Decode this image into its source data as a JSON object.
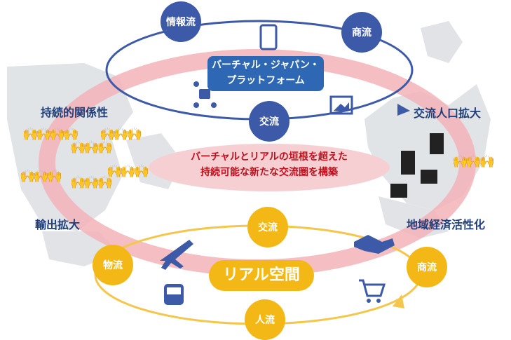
{
  "virtual_platform": {
    "line1": "バーチャル・ジャパン・",
    "line2": "プラットフォーム"
  },
  "top_nodes": {
    "info_flow": "情報流",
    "commerce": "商流",
    "exchange": "交流"
  },
  "side_labels": {
    "sustainable_relations": "持続的関係性",
    "exchange_population": "交流人口拡大",
    "export_expansion": "輸出拡大",
    "regional_economy": "地域経済活性化"
  },
  "center_message": {
    "line1": "バーチャルとリアルの垣根を超えた",
    "line2": "持続可能な新たな交流圏を構築"
  },
  "real_space": {
    "label": "リアル空間"
  },
  "bottom_nodes": {
    "exchange": "交流",
    "logistics": "物流",
    "commerce": "商流",
    "people_flow": "人流"
  },
  "colors": {
    "blue": "#3d5aa8",
    "gold": "#f4b816",
    "pink_ring": "#f3b3b8",
    "red_text": "#c0101e"
  },
  "icons": [
    "smartphone-icon",
    "network-icon",
    "image-icon",
    "building-icon",
    "shop-icon",
    "airplane-icon",
    "train-icon",
    "handshake-icon",
    "shopping-cart-icon",
    "people-icon"
  ]
}
